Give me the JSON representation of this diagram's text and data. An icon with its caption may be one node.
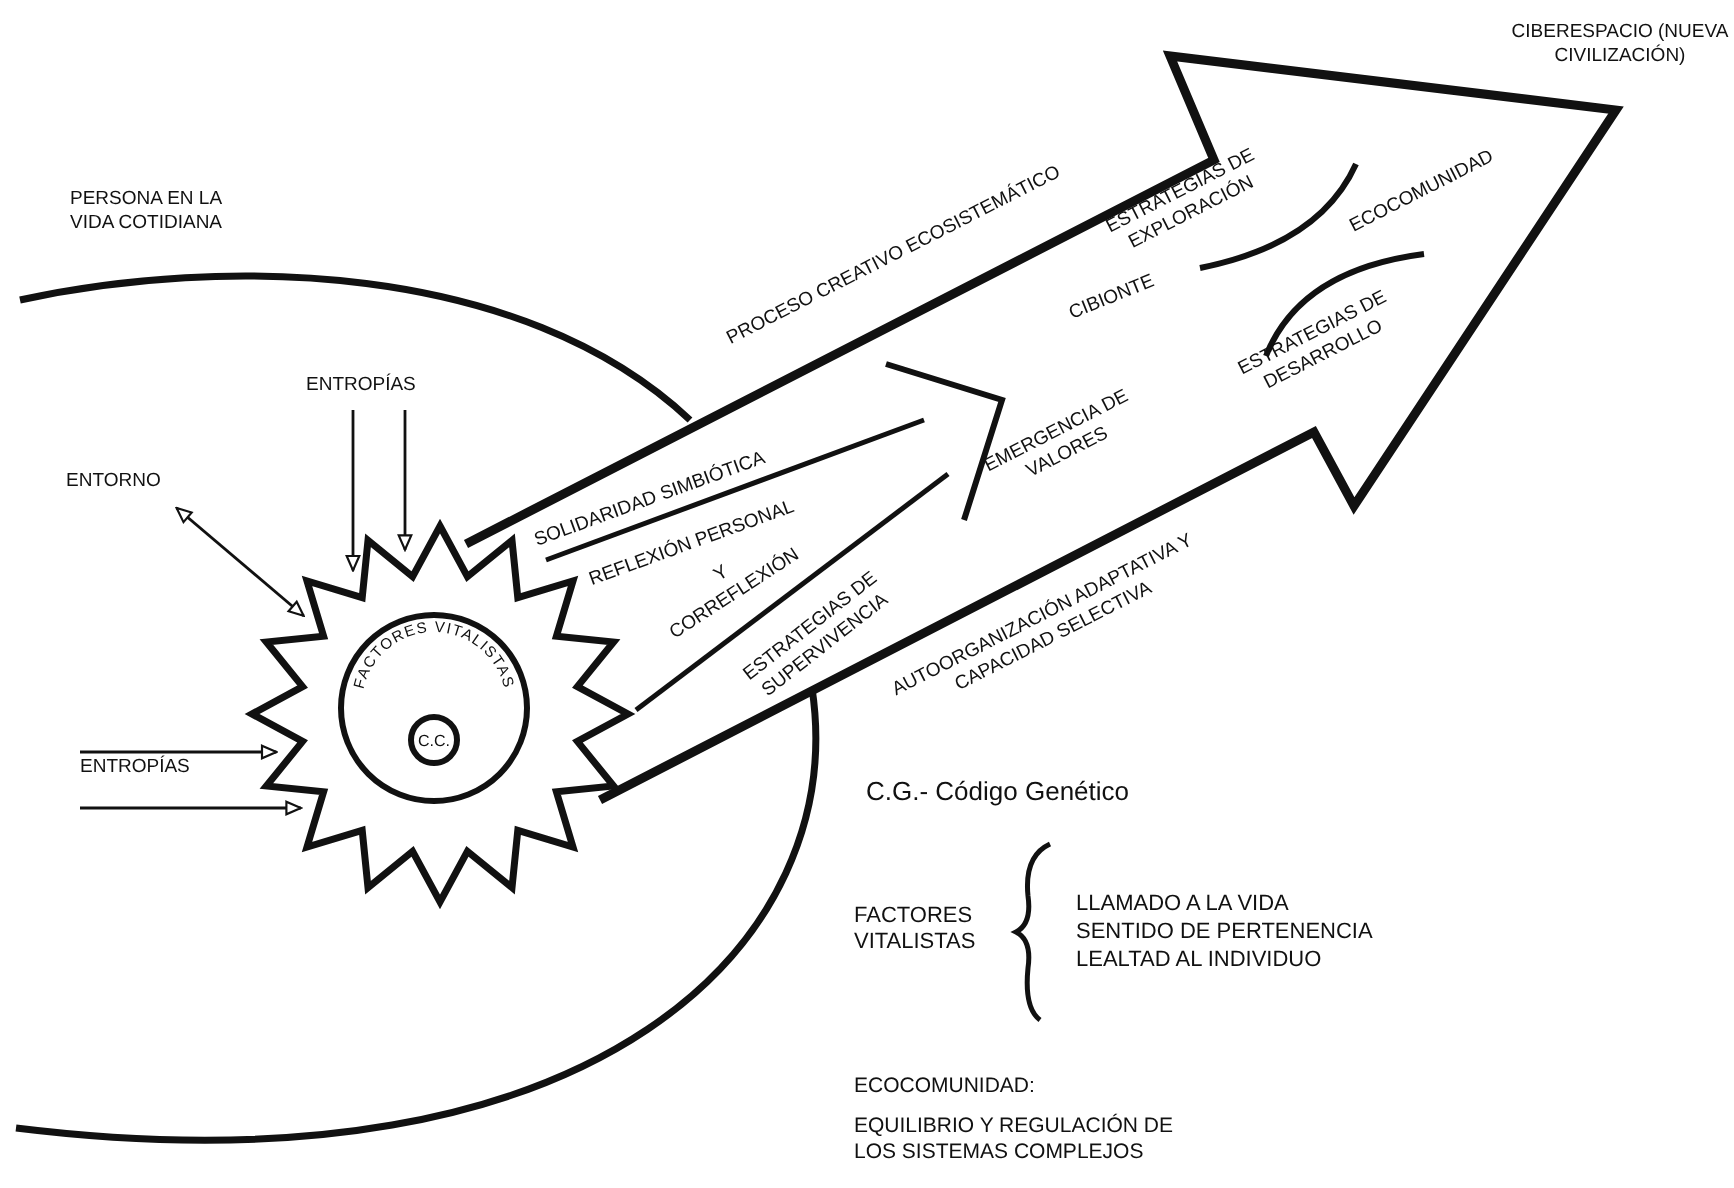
{
  "diagram": {
    "nodes": [
      {
        "text": [],
        "shape": "star"
      },
      {
        "text": [
          "FACTORES VITALISTAS"
        ],
        "in": 0
      },
      {
        "text": [
          "C.C."
        ],
        "in": 1
      },
      {
        "text": [
          "ENTORNO"
        ]
      },
      {
        "text": [
          "ENTROPÍAS"
        ]
      },
      {
        "text": [
          "ENTROPÍAS"
        ]
      }
    ],
    "edges": [
      {
        "from": 3,
        "to": 0,
        "arrow": "both"
      },
      {
        "from": 4,
        "to": 0,
        "arrow": "to"
      },
      {
        "from": 4,
        "to": 0,
        "arrow": "to"
      },
      {
        "from": 5,
        "to": 0,
        "arrow": "to"
      },
      {
        "from": 5,
        "to": 0,
        "arrow": "to"
      }
    ],
    "labels": [
      "CIBERESPACIO (NUEVA CIVILIZACIÓN)",
      "PERSONA EN LA VIDA COTIDIANA",
      "PROCESO CREATIVO ECOSISTEMÁTICO",
      "ESTRATEGIAS DE EXPLORACIÓN",
      "ECOCOMUNIDAD",
      "CIBIONTE",
      "ESTRATEGIAS DE DESARROLLO",
      "EMERGENCIA DE VALORES",
      "SOLIDARIDAD SIMBIÓTICA",
      "REFLEXIÓN PERSONAL",
      "Y CORREFLEXIÓN",
      "ESTRATEGIAS DE SUPERVIVENCIA",
      "AUTOORGANIZACIÓN ADAPTATIVA Y CAPACIDAD SELECTIVA",
      "C.G.- Código Genético",
      "FACTORES VITALISTAS",
      "LLAMADO A LA VIDA",
      "SENTIDO DE PERTENENCIA",
      "LEALTAD AL INDIVIDUO",
      "ECOCOMUNIDAD:",
      "EQUILIBRIO Y REGULACIÓN DE LOS SISTEMAS COMPLEJOS"
    ]
  }
}
